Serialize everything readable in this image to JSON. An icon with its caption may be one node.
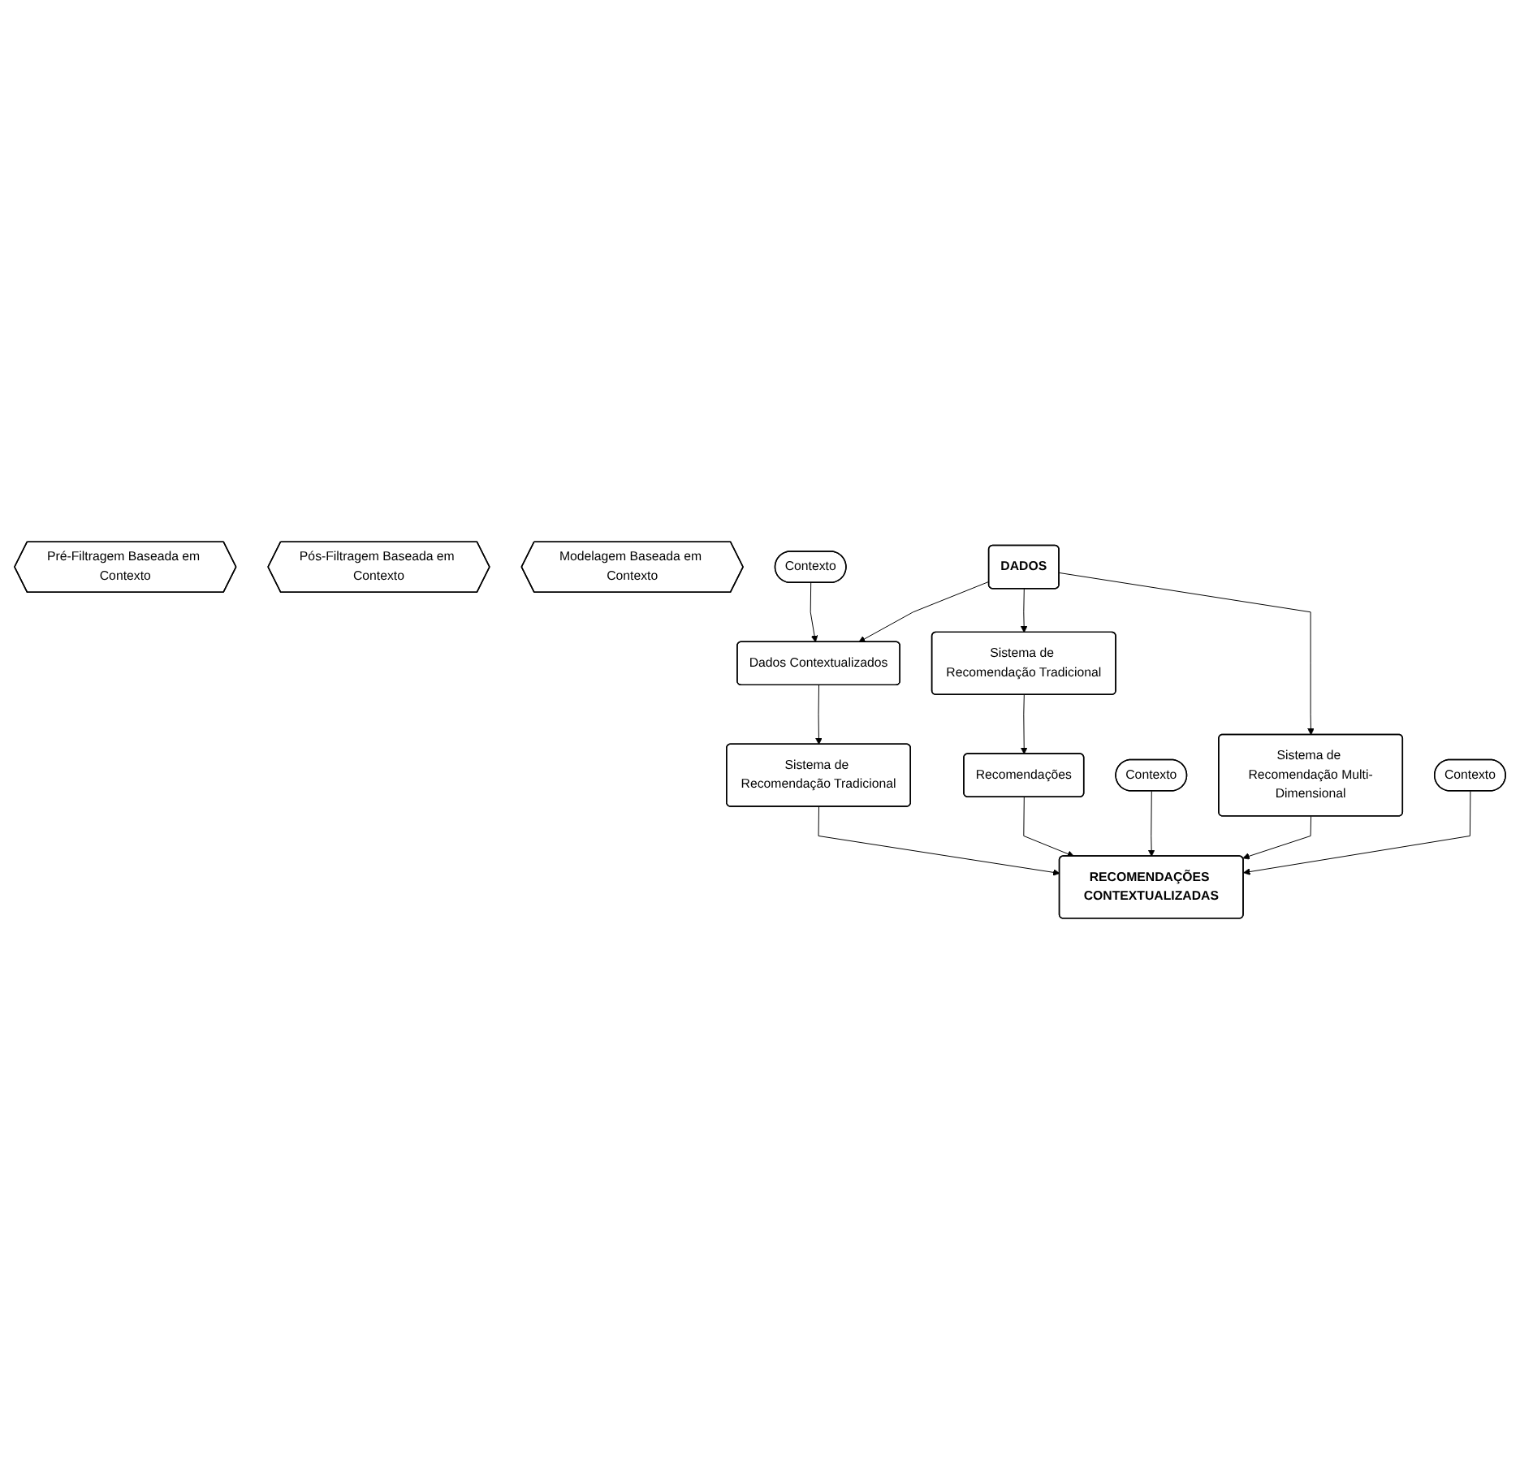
{
  "diagram": {
    "nodes": [
      {
        "text": [
          "Pré-Filtragem Baseada em Contexto"
        ]
      },
      {
        "text": [
          "Pós-Filtragem Baseada em Contexto"
        ]
      },
      {
        "text": [
          "Modelagem Baseada em Contexto"
        ]
      },
      {
        "text": [
          "DADOS"
        ]
      },
      {
        "text": [
          "Contexto"
        ]
      },
      {
        "text": [
          "Dados Contextualizados"
        ]
      },
      {
        "text": [
          "Sistema de Recomendação Tradicional"
        ]
      },
      {
        "text": [
          "Sistema de Recomendação Tradicional"
        ]
      },
      {
        "text": [
          "Recomendações"
        ]
      },
      {
        "text": [
          "Contexto"
        ]
      },
      {
        "text": [
          "Sistema de Recomendação Multi-Dimensional"
        ]
      },
      {
        "text": [
          "Contexto"
        ]
      },
      {
        "text": [
          "RECOMENDAÇÕES CONTEXTUALIZADAS"
        ]
      }
    ],
    "edges": [
      {
        "from": 3,
        "to": 5,
        "arrow": "to"
      },
      {
        "from": 4,
        "to": 5,
        "arrow": "to"
      },
      {
        "from": 5,
        "to": 6,
        "arrow": "to"
      },
      {
        "from": 6,
        "to": 12,
        "arrow": "to"
      },
      {
        "from": 3,
        "to": 7,
        "arrow": "to"
      },
      {
        "from": 7,
        "to": 8,
        "arrow": "to"
      },
      {
        "from": 8,
        "to": 12,
        "arrow": "to"
      },
      {
        "from": 9,
        "to": 12,
        "arrow": "to"
      },
      {
        "from": 3,
        "to": 10,
        "arrow": "to"
      },
      {
        "from": 10,
        "to": 12,
        "arrow": "to"
      },
      {
        "from": 11,
        "to": 12,
        "arrow": "to"
      }
    ]
  }
}
